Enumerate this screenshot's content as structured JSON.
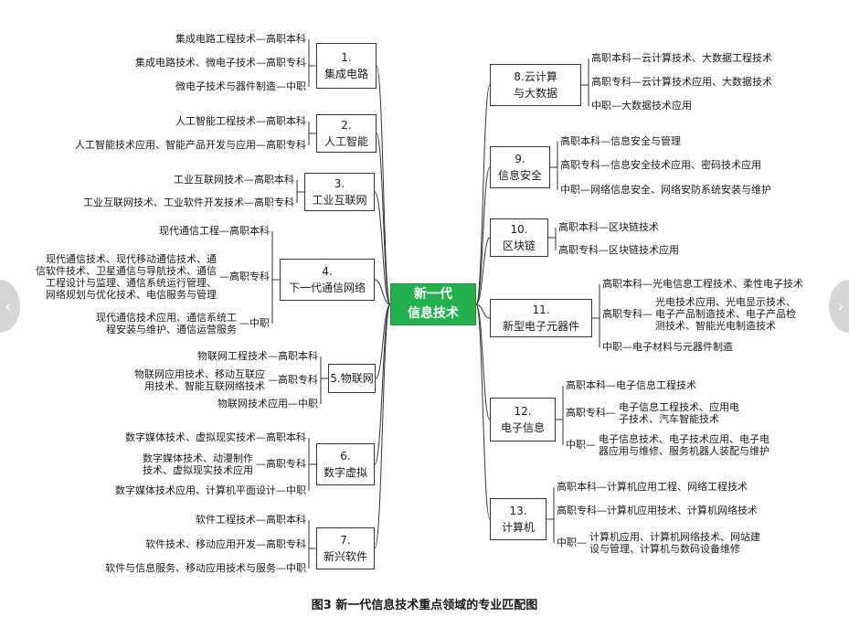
{
  "center": {
    "line1": "新一代",
    "line2": "信息技术"
  },
  "caption": "图3 新一代信息技术重点领域的专业匹配图",
  "colors": {
    "center_fill": "#22b14c",
    "line": "#333333"
  },
  "left_domains": [
    {
      "line1": "1.",
      "line2": "集成电路",
      "items": [
        "集成电路工程技术—高职本科",
        "集成电路技术、微电子技术—高职专科",
        "微电子技术与器件制造—中职"
      ]
    },
    {
      "line1": "2.",
      "line2": "人工智能",
      "items": [
        "人工智能工程技术—高职本科",
        "人工智能技术应用、智能产品开发与应用—高职专科"
      ]
    },
    {
      "line1": "3.",
      "line2": "工业互联网",
      "items": [
        "工业互联网技术—高职本科",
        "工业互联网技术、工业软件开发技术—高职专科"
      ]
    },
    {
      "line1": "4.",
      "line2": "下一代通信网络",
      "items": [
        "现代通信工程—高职本科",
        "现代通信技术、现代移动通信技术、通信软件技术、卫星通信与导航技术、通信工程设计与监理、通信系统运行管理、网络规划与优化技术、电信服务与管理—高职专科",
        "现代通信技术应用、通信系统工程安装与维护、通信运营服务—中职"
      ]
    },
    {
      "line1": "",
      "line2": "5.物联网",
      "items": [
        "物联网工程技术—高职本科",
        "物联网应用技术、移动互联应用技术、智能互联网络技术—高职专科",
        "物联网技术应用—中职"
      ]
    },
    {
      "line1": "6.",
      "line2": "数字虚拟",
      "items": [
        "数字媒体技术、虚拟现实技术—高职本科",
        "数字媒体技术、动漫制作技术、虚拟现实技术应用—高职专科",
        "数字媒体技术应用、计算机平面设计—中职"
      ]
    },
    {
      "line1": "7.",
      "line2": "新兴软件",
      "items": [
        "软件工程技术—高职本科",
        "软件技术、移动应用开发—高职专科",
        "软件与信息服务、移动应用技术与服务—中职"
      ]
    }
  ],
  "right_domains": [
    {
      "line1": "8.云计算",
      "line2": "与大数据",
      "items": [
        "高职本科—云计算技术、大数据工程技术",
        "高职专科—云计算技术应用、大数据技术",
        "中职—大数据技术应用"
      ]
    },
    {
      "line1": "9.",
      "line2": "信息安全",
      "items": [
        "高职本科—信息安全与管理",
        "高职专科—信息安全技术应用、密码技术应用",
        "中职—网络信息安全、网络安防系统安装与维护"
      ]
    },
    {
      "line1": "10.",
      "line2": "区块链",
      "items": [
        "高职本科—区块链技术",
        "高职专科—区块链技术应用"
      ]
    },
    {
      "line1": "11.",
      "line2": "新型电子元器件",
      "items": [
        "高职本科—光电信息工程技术、柔性电子技术",
        "高职专科—光电技术应用、光电显示技术、电子产品制造技术、电子产品检测技术、智能光电制造技术",
        "中职—电子材料与元器件制造"
      ]
    },
    {
      "line1": "12.",
      "line2": "电子信息",
      "items": [
        "高职本科—电子信息工程技术",
        "高职专科—电子信息工程技术、应用电子技术、汽车智能技术",
        "中职—电子信息技术、电子技术应用、电子电器应用与维修、服务机器人装配与维护"
      ]
    },
    {
      "line1": "13.",
      "line2": "计算机",
      "items": [
        "高职本科—计算机应用工程、网络工程技术",
        "高职专科—计算机应用技术、计算机网络技术",
        "中职—计算机应用、计算机网络技术、网站建设与管理、计算机与数码设备维修"
      ]
    }
  ]
}
